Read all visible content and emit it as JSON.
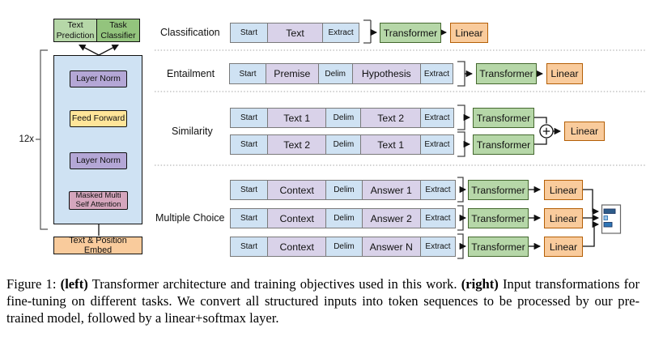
{
  "figure_left": {
    "text_prediction": "Text Prediction",
    "task_classifier": "Task Classifier",
    "layer_norm_top": "Layer Norm",
    "feed_forward": "Feed Forward",
    "layer_norm_bottom": "Layer Norm",
    "masked_attention": "Masked Multi Self Attention",
    "embed": "Text & Position Embed",
    "repeat_label": "12x"
  },
  "right": {
    "transformer_label": "Transformer",
    "linear_label": "Linear",
    "sections": {
      "classification": {
        "label": "Classification",
        "tokens": [
          "Start",
          "Text",
          "Extract"
        ]
      },
      "entailment": {
        "label": "Entailment",
        "tokens": [
          "Start",
          "Premise",
          "Delim",
          "Hypothesis",
          "Extract"
        ]
      },
      "similarity": {
        "label": "Similarity",
        "rows": [
          [
            "Start",
            "Text 1",
            "Delim",
            "Text 2",
            "Extract"
          ],
          [
            "Start",
            "Text 2",
            "Delim",
            "Text 1",
            "Extract"
          ]
        ]
      },
      "multiple_choice": {
        "label": "Multiple Choice",
        "rows": [
          [
            "Start",
            "Context",
            "Delim",
            "Answer 1",
            "Extract"
          ],
          [
            "Start",
            "Context",
            "Delim",
            "Answer 2",
            "Extract"
          ],
          [
            "Start",
            "Context",
            "Delim",
            "Answer N",
            "Extract"
          ]
        ]
      }
    }
  },
  "caption": {
    "prefix": "Figure 1: ",
    "left_tag": "(left)",
    "left_text": " Transformer architecture and training objectives used in this work. ",
    "right_tag": "(right)",
    "right_text": " Input transformations for fine-tuning on different tasks.  We convert all structured inputs into token sequences to be processed by our pre-trained model, followed by a linear+softmax layer."
  },
  "colors": {
    "container_blue": "#cfe2f3",
    "token_blue": "#cfe2f3",
    "token_purple": "#d9d2e9",
    "head_green_light": "#b6d7a8",
    "head_green_dark": "#93c47d",
    "transformer_green": "#b6d7a8",
    "linear_orange": "#f9cb9c",
    "layer_norm_purple": "#b4a7d6",
    "feed_forward_yellow": "#ffe599",
    "attention_pink": "#d5a6bd",
    "embed_orange": "#f9cb9c",
    "bar_dark_blue": "#2e5c8a",
    "bar_light_blue": "#9dc3e6",
    "bar_mid_blue": "#2e75b6"
  }
}
